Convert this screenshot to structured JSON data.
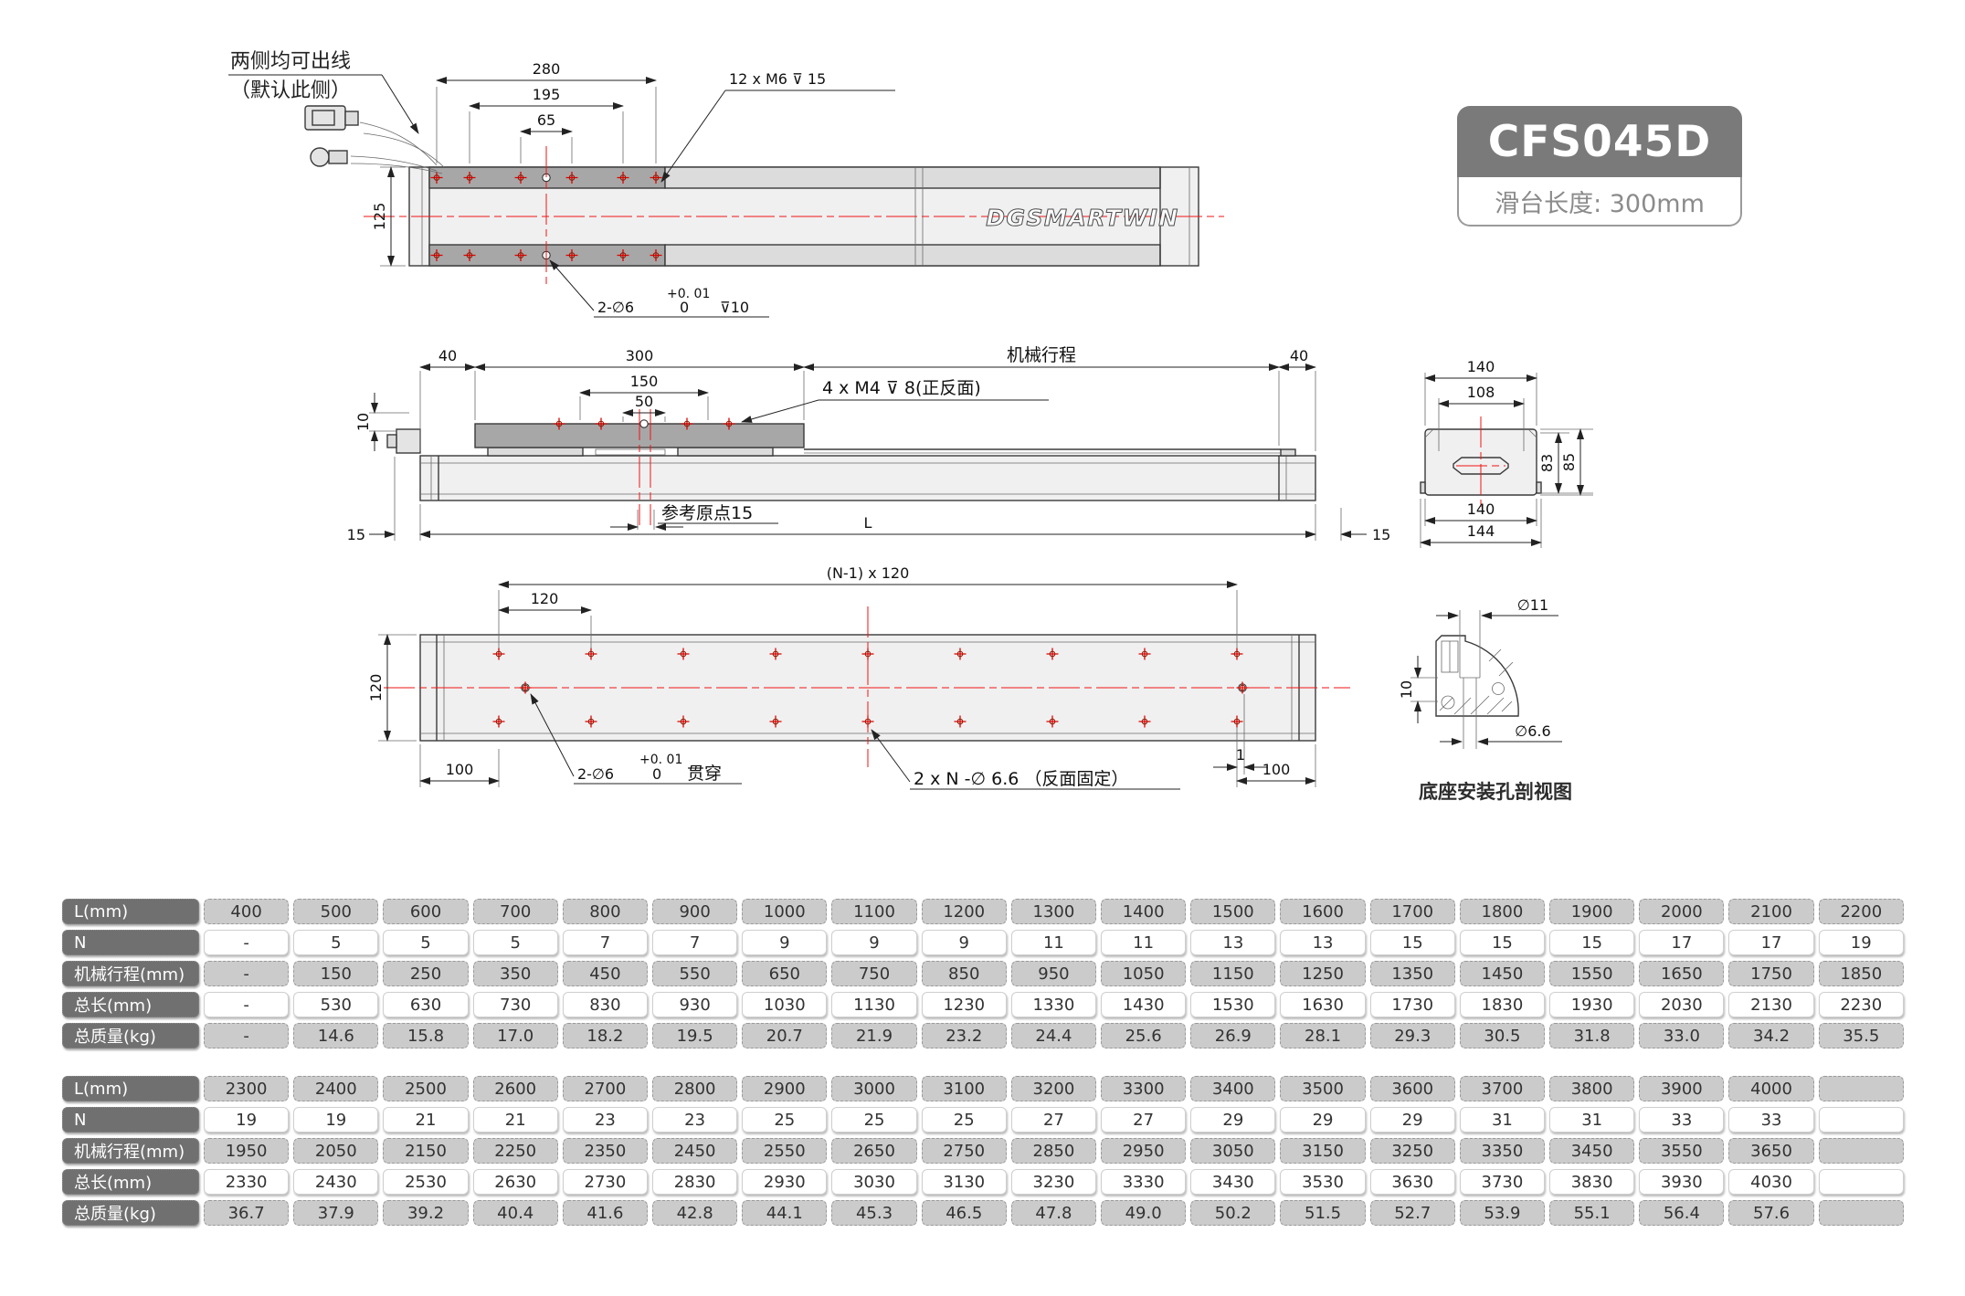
{
  "title_block": {
    "model": "CFS045D",
    "subtitle": "滑台长度: 300mm"
  },
  "drawing": {
    "logo": "DGSMARTWIN",
    "cable_note_line1": "两侧均可出线",
    "cable_note_line2": "（默认此侧）",
    "top_view": {
      "dim_280": "280",
      "dim_195": "195",
      "dim_65": "65",
      "dim_125": "125",
      "label_m6": "12 x M6 ⊽ 15",
      "tol_upper": "+0. 01",
      "hole_label": "2-∅6",
      "tol_lower": "0",
      "depth_label": "⊽10"
    },
    "front_view": {
      "dim_40_left": "40",
      "dim_300": "300",
      "label_stroke": "机械行程",
      "dim_40_right": "40",
      "dim_150": "150",
      "dim_50": "50",
      "label_m4": "4 x M4 ⊽ 8(正反面)",
      "dim_10": "10",
      "dim_15_left": "15",
      "label_ref_origin": "参考原点15",
      "dim_L": "L",
      "dim_15_right": "15"
    },
    "bottom_view": {
      "dim_pattern": "(N-1) x 120",
      "dim_120": "120",
      "dim_120_side": "120",
      "dim_100_left": "100",
      "dim_100_right": "100",
      "dim_1": "1",
      "tol_upper": "+0. 01",
      "hole_label": "2-∅6",
      "tol_lower": "0",
      "through_label": "贯穿",
      "label_n_holes": "2 x N -∅ 6.6 （反面固定）"
    },
    "end_view": {
      "dim_140_top": "140",
      "dim_108": "108",
      "dim_83": "83",
      "dim_85": "85",
      "dim_140_bottom": "140",
      "dim_144": "144"
    },
    "section_view": {
      "dim_d11": "∅11",
      "dim_10": "10",
      "dim_d66": "∅6.6",
      "caption": "底座安装孔剖视图"
    }
  },
  "tables": [
    {
      "rows": [
        {
          "header": "L(mm)",
          "shade": "gray",
          "values": [
            "400",
            "500",
            "600",
            "700",
            "800",
            "900",
            "1000",
            "1100",
            "1200",
            "1300",
            "1400",
            "1500",
            "1600",
            "1700",
            "1800",
            "1900",
            "2000",
            "2100",
            "2200"
          ]
        },
        {
          "header": "N",
          "shade": "white",
          "values": [
            "-",
            "5",
            "5",
            "5",
            "7",
            "7",
            "9",
            "9",
            "9",
            "11",
            "11",
            "13",
            "13",
            "15",
            "15",
            "15",
            "17",
            "17",
            "19"
          ]
        },
        {
          "header": "机械行程(mm)",
          "shade": "gray",
          "values": [
            "-",
            "150",
            "250",
            "350",
            "450",
            "550",
            "650",
            "750",
            "850",
            "950",
            "1050",
            "1150",
            "1250",
            "1350",
            "1450",
            "1550",
            "1650",
            "1750",
            "1850"
          ]
        },
        {
          "header": "总长(mm)",
          "shade": "white",
          "values": [
            "-",
            "530",
            "630",
            "730",
            "830",
            "930",
            "1030",
            "1130",
            "1230",
            "1330",
            "1430",
            "1530",
            "1630",
            "1730",
            "1830",
            "1930",
            "2030",
            "2130",
            "2230"
          ]
        },
        {
          "header": "总质量(kg)",
          "shade": "gray",
          "values": [
            "-",
            "14.6",
            "15.8",
            "17.0",
            "18.2",
            "19.5",
            "20.7",
            "21.9",
            "23.2",
            "24.4",
            "25.6",
            "26.9",
            "28.1",
            "29.3",
            "30.5",
            "31.8",
            "33.0",
            "34.2",
            "35.5"
          ]
        }
      ]
    },
    {
      "rows": [
        {
          "header": "L(mm)",
          "shade": "gray",
          "values": [
            "2300",
            "2400",
            "2500",
            "2600",
            "2700",
            "2800",
            "2900",
            "3000",
            "3100",
            "3200",
            "3300",
            "3400",
            "3500",
            "3600",
            "3700",
            "3800",
            "3900",
            "4000",
            ""
          ]
        },
        {
          "header": "N",
          "shade": "white",
          "values": [
            "19",
            "19",
            "21",
            "21",
            "23",
            "23",
            "25",
            "25",
            "25",
            "27",
            "27",
            "29",
            "29",
            "29",
            "31",
            "31",
            "33",
            "33",
            ""
          ]
        },
        {
          "header": "机械行程(mm)",
          "shade": "gray",
          "values": [
            "1950",
            "2050",
            "2150",
            "2250",
            "2350",
            "2450",
            "2550",
            "2650",
            "2750",
            "2850",
            "2950",
            "3050",
            "3150",
            "3250",
            "3350",
            "3450",
            "3550",
            "3650",
            ""
          ]
        },
        {
          "header": "总长(mm)",
          "shade": "white",
          "values": [
            "2330",
            "2430",
            "2530",
            "2630",
            "2730",
            "2830",
            "2930",
            "3030",
            "3130",
            "3230",
            "3330",
            "3430",
            "3530",
            "3630",
            "3730",
            "3830",
            "3930",
            "4030",
            ""
          ]
        },
        {
          "header": "总质量(kg)",
          "shade": "gray",
          "values": [
            "36.7",
            "37.9",
            "39.2",
            "40.4",
            "41.6",
            "42.8",
            "44.1",
            "45.3",
            "46.5",
            "47.8",
            "49.0",
            "50.2",
            "51.5",
            "52.7",
            "53.9",
            "55.1",
            "56.4",
            "57.6",
            ""
          ]
        }
      ]
    }
  ]
}
